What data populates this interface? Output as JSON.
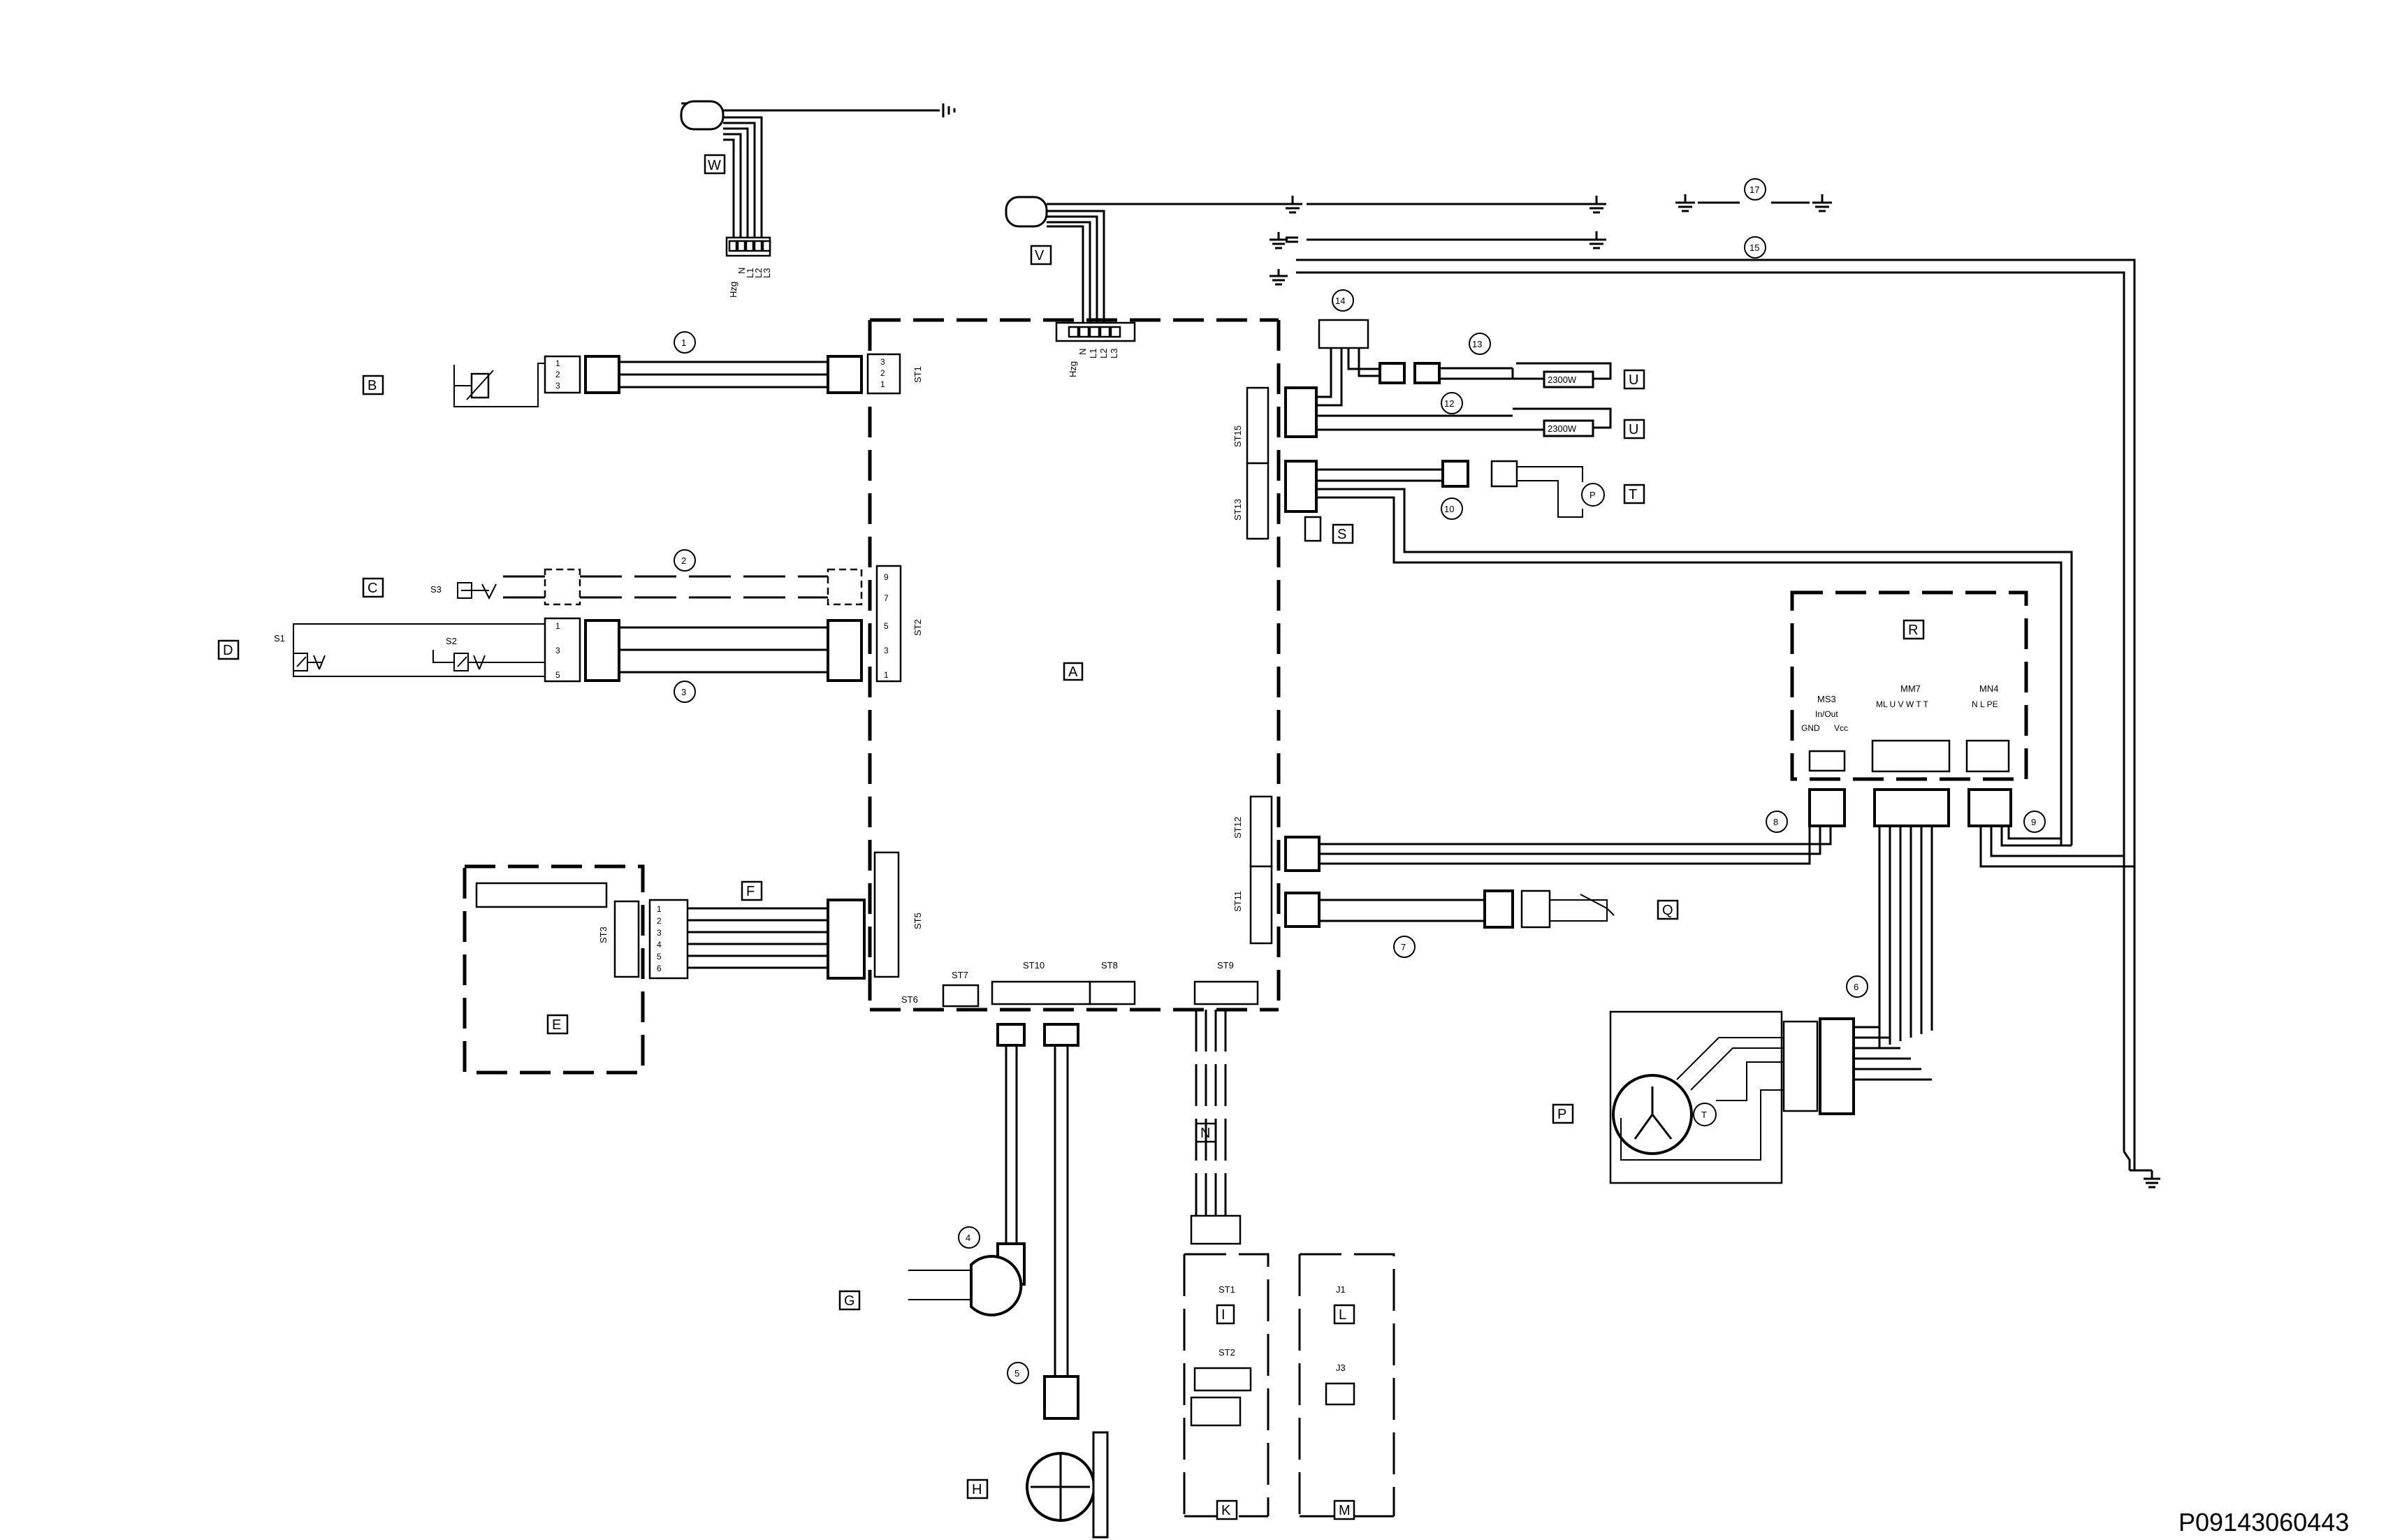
{
  "diagram": {
    "footer_code": "P09143060443",
    "component_letters": {
      "A": "A",
      "B": "B",
      "C": "C",
      "D": "D",
      "E": "E",
      "F": "F",
      "G": "G",
      "H": "H",
      "I": "I",
      "K": "K",
      "L": "L",
      "M": "M",
      "N": "N",
      "P": "P",
      "Q": "Q",
      "R": "R",
      "S": "S",
      "T": "T",
      "U1": "U",
      "U2": "U",
      "V": "V",
      "W": "W"
    },
    "cable_numbers": {
      "n1": "1",
      "n2": "2",
      "n3": "3",
      "n4": "4",
      "n5": "5",
      "n6": "6",
      "n7": "7",
      "n8": "8",
      "n9": "9",
      "n10": "10",
      "n12": "12",
      "n13": "13",
      "n14": "14",
      "n15": "15",
      "n17": "17"
    },
    "connector_labels": {
      "st1_main": "ST1",
      "st2": "ST2",
      "st3": "ST3",
      "st5": "ST5",
      "st6": "ST6",
      "st7": "ST7",
      "st8": "ST8",
      "st9": "ST9",
      "st10": "ST10",
      "st11": "ST11",
      "st12": "ST12",
      "st13": "ST13",
      "st15": "ST15",
      "st1_i": "ST1",
      "st2_i": "ST2",
      "j1": "J1",
      "j3": "J3",
      "ms3": "MS3",
      "mm7": "MM7",
      "mn4": "MN4"
    },
    "terminal_labels": [
      "Hzg",
      "N",
      "L1",
      "L2",
      "L3"
    ],
    "switch_labels": {
      "s1": "S1",
      "s2": "S2",
      "s3": "S3"
    },
    "heater_rating": "2300W",
    "ms3_sub": {
      "inout": "In/Out",
      "gnd": "GND",
      "vcc": "Vcc"
    },
    "mm7_pins": "ML  U V W T T",
    "mn4_pins": "N L   PE",
    "pressure_symbol": "P",
    "thermo_symbol": "T"
  }
}
